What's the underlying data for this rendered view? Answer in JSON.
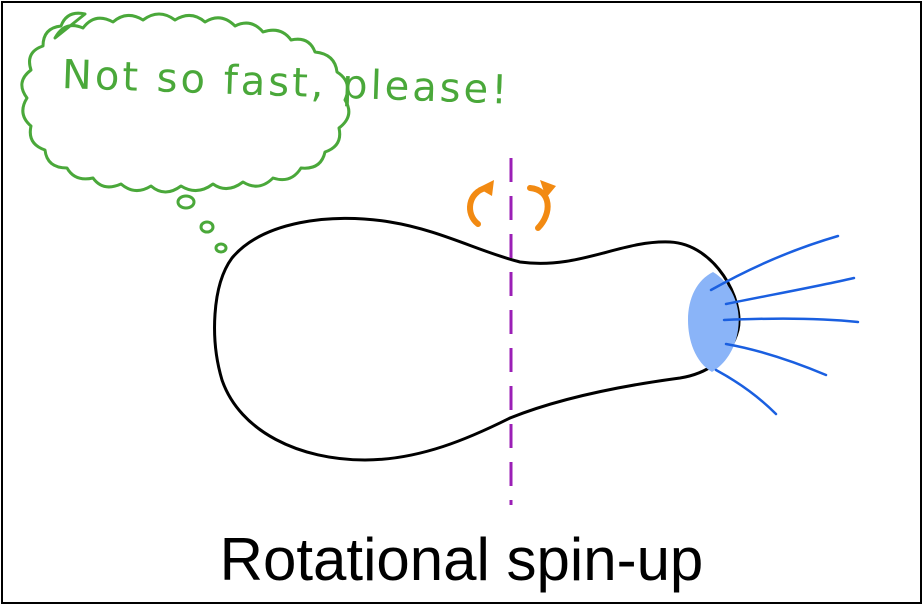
{
  "thought_bubble": {
    "text": "Not so fast, please!"
  },
  "caption": {
    "text": "Rotational spin-up"
  },
  "colors": {
    "outline": "#000000",
    "bubble": "#4aa83a",
    "axis": "#9b1fb6",
    "rotation_arrows": "#f28a12",
    "emission_patch": "#8ab4f8",
    "emission_lines": "#1a5fe0"
  },
  "icons": [
    "thought-bubble",
    "rotation-arrow-left",
    "rotation-arrow-right",
    "emission-lines"
  ]
}
